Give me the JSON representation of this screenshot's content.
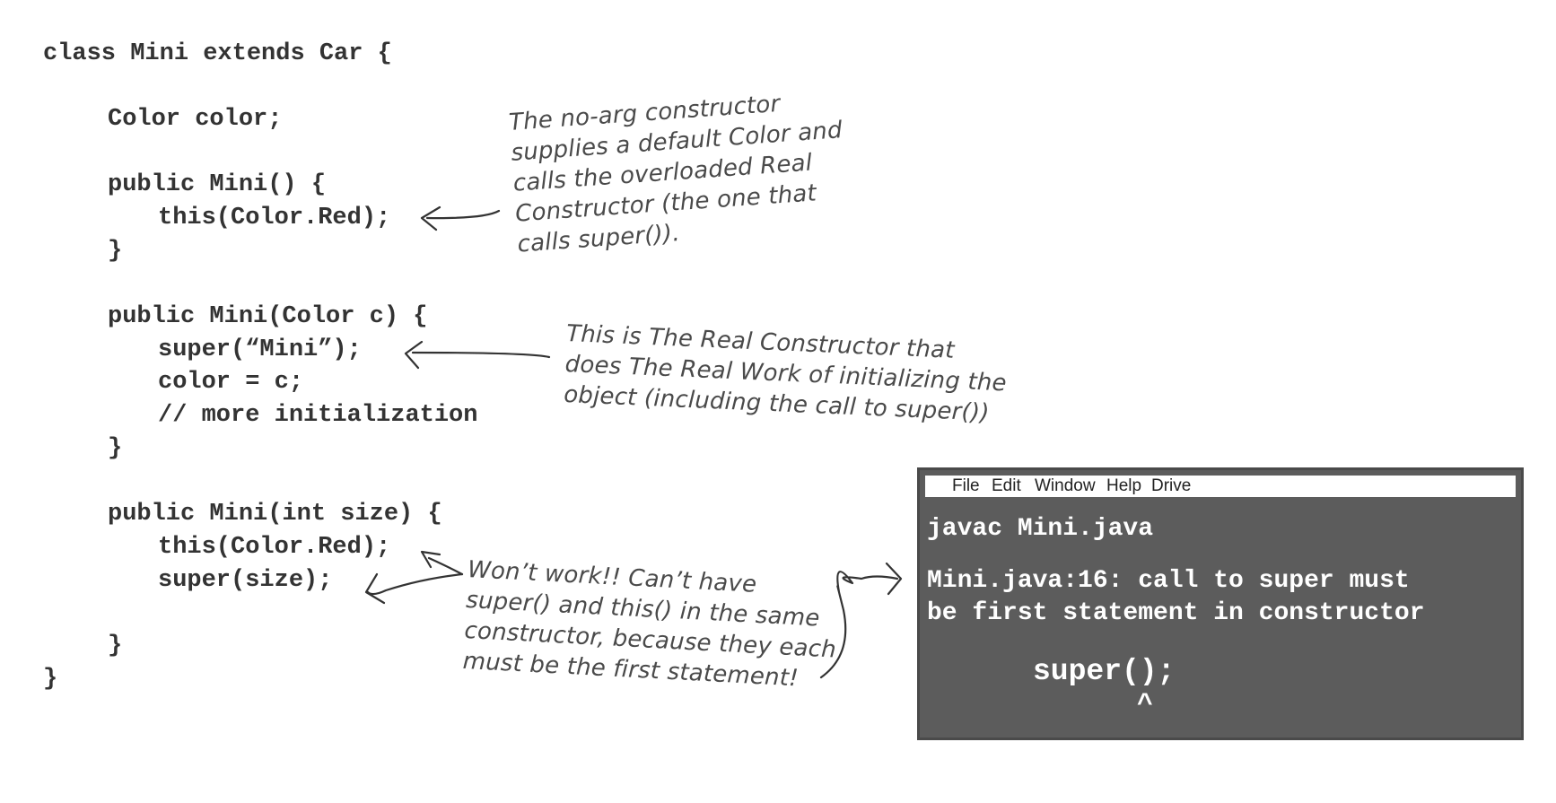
{
  "code": {
    "lines": [
      "class Mini extends Car {",
      "Color color;",
      "public Mini() {",
      "this(Color.Red);",
      "}",
      "public Mini(Color c) {",
      "super(“Mini”);",
      "color = c;",
      "// more initialization",
      "}",
      "public Mini(int size) {",
      "this(Color.Red);",
      "super(size);",
      "}",
      "}"
    ]
  },
  "annotations": {
    "note1": [
      "The no-arg constructor",
      "supplies a default Color and",
      "calls the overloaded Real",
      "Constructor (the one that",
      "calls super())."
    ],
    "note2": [
      "This is The Real Constructor that",
      "does The Real Work of initializing the",
      "object (including the call to super())"
    ],
    "note3": [
      "Won’t work!! Can’t have",
      "super() and this() in the same",
      "constructor, because they each",
      "must be the first statement!"
    ]
  },
  "terminal": {
    "menu": [
      "File",
      "Edit",
      "Window",
      "Help",
      "Drive"
    ],
    "command": "javac Mini.java",
    "error_line1": "Mini.java:16: call to super must",
    "error_line2": "be first statement in constructor",
    "code": "super();",
    "caret": "^"
  }
}
